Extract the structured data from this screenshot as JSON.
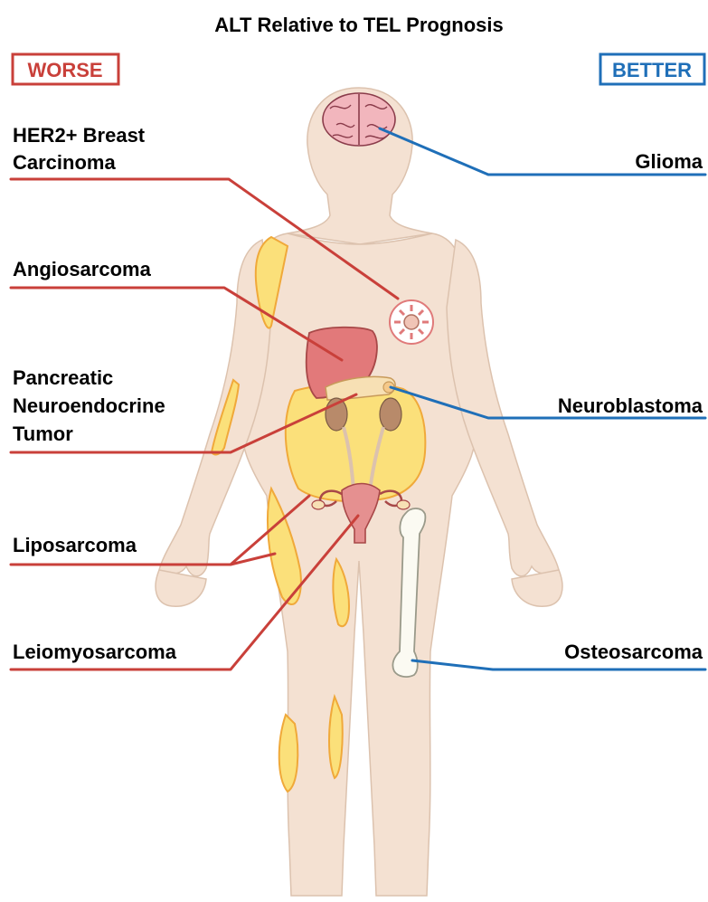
{
  "title": "ALT Relative to TEL Prognosis",
  "worse_badge": "WORSE",
  "better_badge": "BETTER",
  "colors": {
    "worse": "#c9403a",
    "better": "#1f6fb8",
    "skin": "#f4e1d2",
    "skin_outline": "#dcc2ae",
    "fat": "#fbe07a",
    "fat_outline": "#f0a93a",
    "liver": "#e2797a",
    "uterus": "#e59090"
  },
  "worse_labels": {
    "her2_line1": "HER2+ Breast",
    "her2_line2": "Carcinoma",
    "angiosarcoma": "Angiosarcoma",
    "pnet_line1": "Pancreatic",
    "pnet_line2": "Neuroendocrine",
    "pnet_line3": "Tumor",
    "liposarcoma": "Liposarcoma",
    "leiomyosarcoma": "Leiomyosarcoma"
  },
  "better_labels": {
    "glioma": "Glioma",
    "neuroblastoma": "Neuroblastoma",
    "osteosarcoma": "Osteosarcoma"
  }
}
